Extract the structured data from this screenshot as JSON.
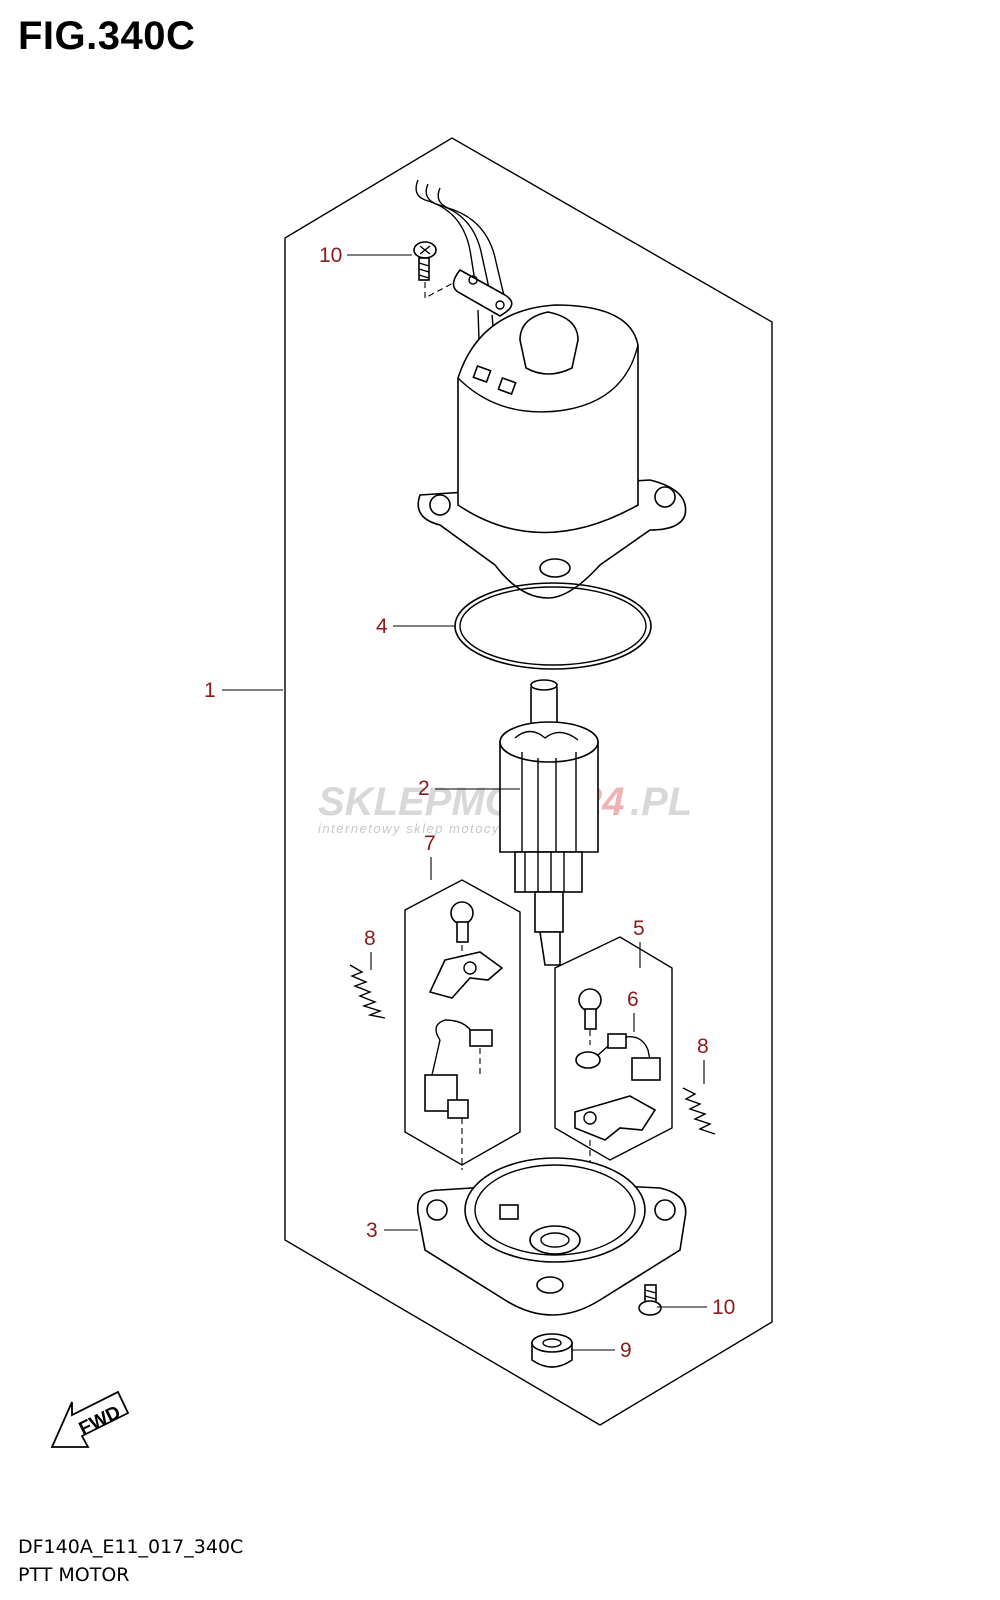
{
  "figure": {
    "title": "FIG.340C",
    "code": "DF140A_E11_017_340C",
    "name": "PTT MOTOR"
  },
  "callouts": [
    "1",
    "2",
    "3",
    "4",
    "5",
    "6",
    "7",
    "8",
    "8",
    "9",
    "10",
    "10"
  ],
  "direction_label": "FWD",
  "watermark": {
    "main_a": "SKLEPMOTO",
    "main_b": "24",
    "main_c": ".PL",
    "sub": "internetowy sklep motocyklowy"
  }
}
